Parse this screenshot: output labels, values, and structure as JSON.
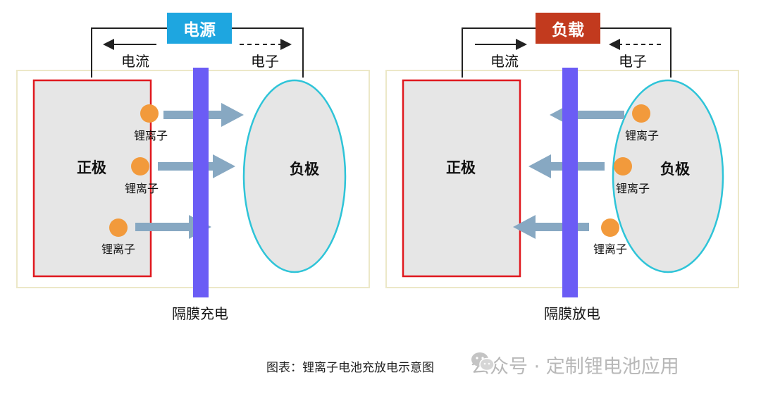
{
  "left": {
    "title": "电源",
    "current_label": "电流",
    "electron_label": "电子",
    "cathode_label": "正极",
    "anode_label": "负极",
    "ion_label": "锂离子",
    "separator_label": "隔膜充电"
  },
  "right": {
    "title": "负载",
    "current_label": "电流",
    "electron_label": "电子",
    "cathode_label": "正极",
    "anode_label": "负极",
    "ion_label": "锂离子",
    "separator_label": "隔膜放电"
  },
  "caption": "图表：锂离子电池充放电示意图",
  "watermark": "公众号 · 定制锂电池应用",
  "colors": {
    "source_box": "#1ea6e0",
    "load_box": "#c23a1e",
    "cathode_border": "#e0181e",
    "anode_border": "#2ec4d8",
    "separator": "#6b5cf5",
    "ion": "#f29a3c",
    "arrow": "#87a8c2",
    "cell_fill": "#e6e6e6"
  }
}
